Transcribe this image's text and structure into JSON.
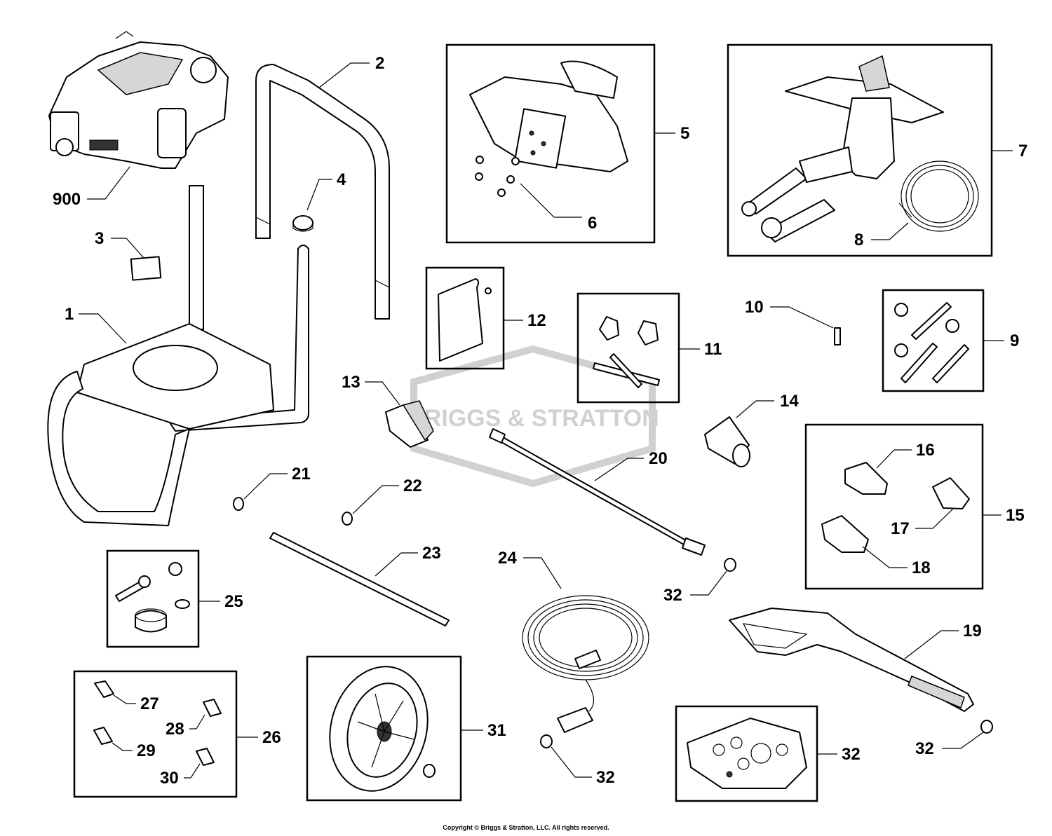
{
  "watermark": "BRIGGS & STRATTON",
  "copyright": "Copyright © Briggs & Stratton, LLC. All rights reserved.",
  "callouts": {
    "c900": "900",
    "c1": "1",
    "c2": "2",
    "c3": "3",
    "c4": "4",
    "c5": "5",
    "c6": "6",
    "c7": "7",
    "c8": "8",
    "c9": "9",
    "c10": "10",
    "c11": "11",
    "c12": "12",
    "c13": "13",
    "c14": "14",
    "c15": "15",
    "c16": "16",
    "c17": "17",
    "c18": "18",
    "c19": "19",
    "c20": "20",
    "c21": "21",
    "c22": "22",
    "c23": "23",
    "c24": "24",
    "c25": "25",
    "c26": "26",
    "c27": "27",
    "c28": "28",
    "c29": "29",
    "c30": "30",
    "c31": "31",
    "c32a": "32",
    "c32b": "32",
    "c32c": "32",
    "c32d": "32"
  }
}
